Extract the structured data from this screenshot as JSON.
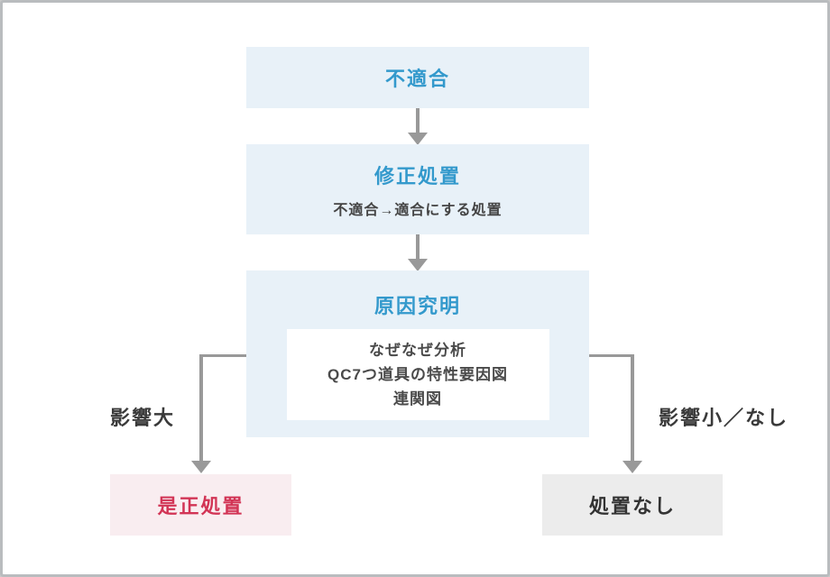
{
  "flow": {
    "nonconformity": {
      "title": "不適合"
    },
    "correction": {
      "title": "修正処置",
      "subtitle": "不適合→適合にする処置"
    },
    "cause": {
      "title": "原因究明",
      "methods": [
        "なぜなぜ分析",
        "QC7つ道具の特性要因図",
        "連関図"
      ]
    },
    "branch_left_label": "影響大",
    "branch_right_label": "影響小／なし",
    "corrective": {
      "title": "是正処置"
    },
    "no_action": {
      "title": "処置なし"
    }
  },
  "colors": {
    "accent_blue": "#3399cc",
    "light_blue_box_bg": "#e8f1f8",
    "red_text": "#d23455",
    "pink_box_bg": "#f9edf0",
    "gray_box_bg": "#ececec",
    "dark_text": "#333333",
    "arrow_gray": "#999999"
  }
}
